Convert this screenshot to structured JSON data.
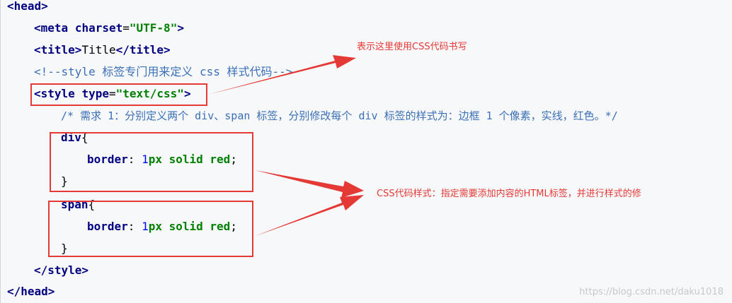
{
  "code": {
    "head_open": "<head>",
    "meta": {
      "open": "<meta",
      "attr": "charset",
      "eq": "=",
      "value": "\"UTF-8\"",
      "close": ">"
    },
    "title": {
      "open": "<title>",
      "text": "Title",
      "close": "</title>"
    },
    "comment_style": "<!--style 标签专门用来定义 css 样式代码-->",
    "style_open": {
      "open": "<style",
      "attr": "type",
      "eq": "=",
      "value": "\"text/css\"",
      "close": ">"
    },
    "requirement_comment": "/* 需求 1：分别定义两个 div、span 标签，分别修改每个 div 标签的样式为：边框 1 个像素，实线，红色。*/",
    "div_rule": {
      "selector": "div",
      "brace_open": "{",
      "property": "border",
      "colon": ": ",
      "num": "1",
      "unit": "px",
      "value": "solid red",
      "semicolon": ";",
      "brace_close": "}"
    },
    "span_rule": {
      "selector": "span",
      "brace_open": "{",
      "property": "border",
      "colon": ": ",
      "num": "1",
      "unit": "px",
      "value": "solid red",
      "semicolon": ";",
      "brace_close": "}"
    },
    "style_close": "</style>",
    "head_close": "</head>"
  },
  "annotations": {
    "style_note": "表示这里使用CSS代码书写",
    "rules_note": "CSS代码样式：指定需要添加内容的HTML标签，并进行样式的修"
  },
  "watermark": "https://blog.csdn.net/daku1018",
  "colors": {
    "annotation": "#e53935",
    "tag": "#000080",
    "string": "#008000",
    "comment": "#3b6fb6"
  }
}
